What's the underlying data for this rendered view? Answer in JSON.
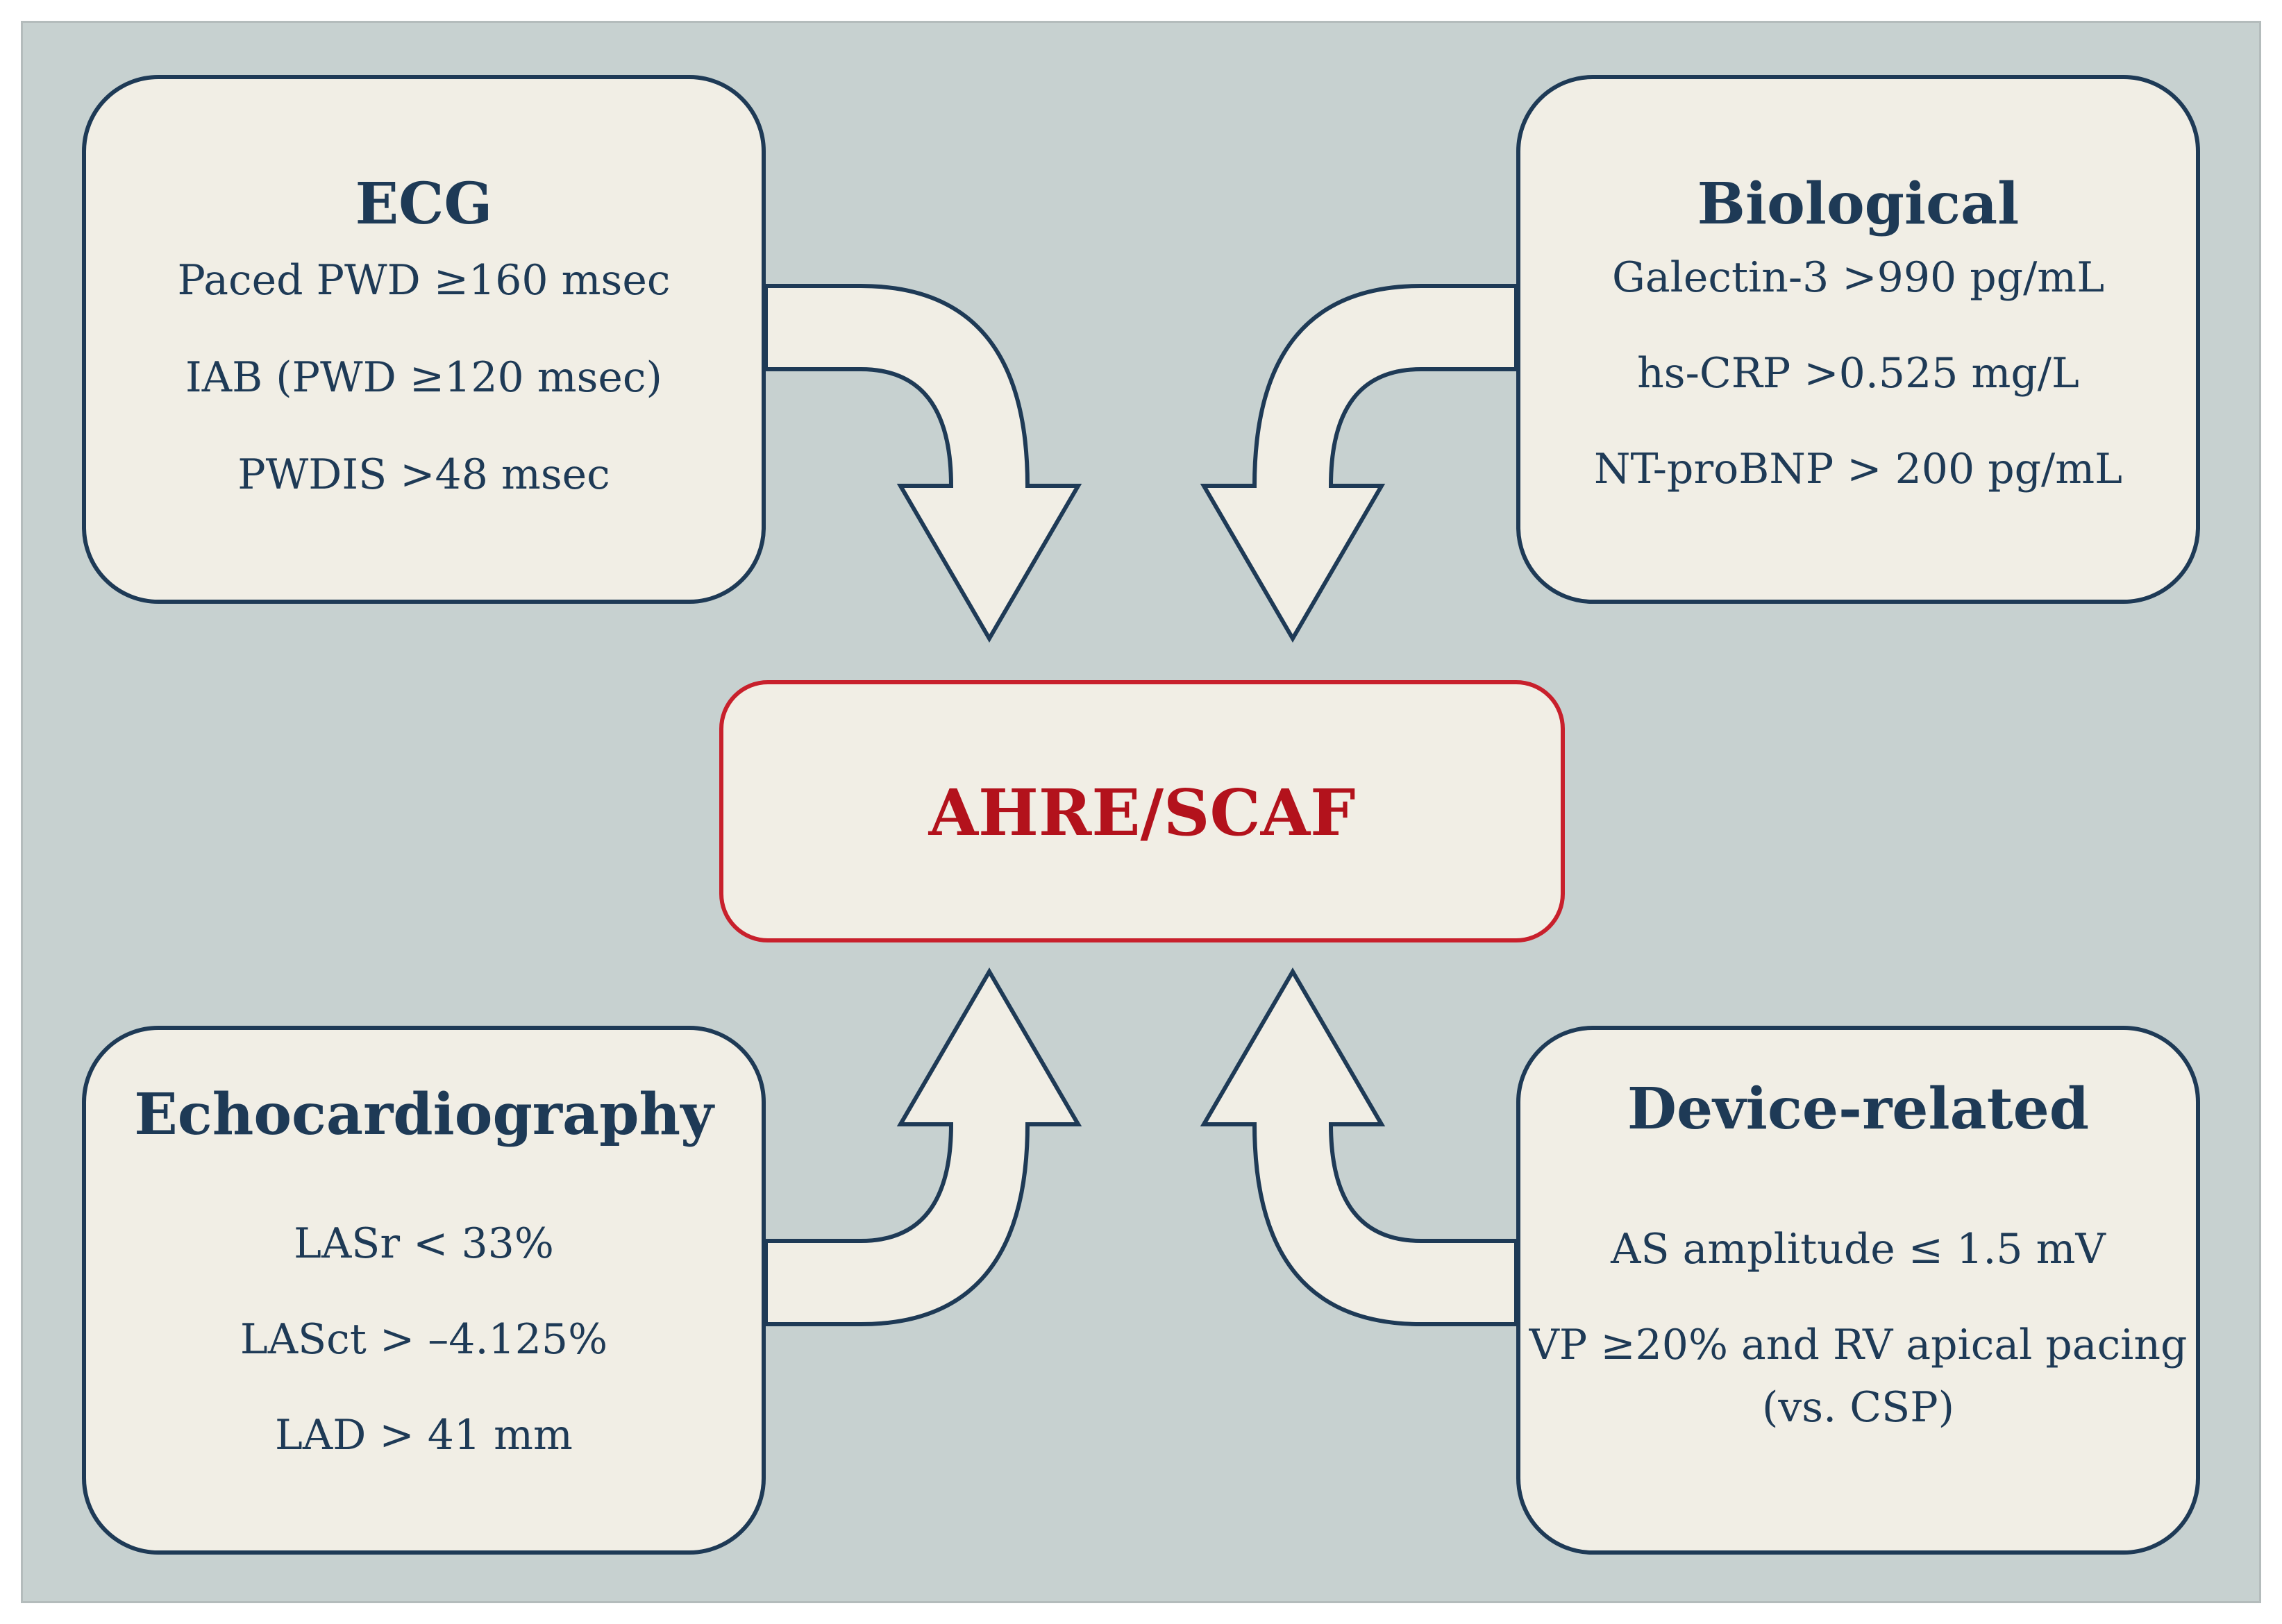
{
  "center": {
    "label": "AHRE/SCAF"
  },
  "boxes": {
    "ecg": {
      "title": "ECG",
      "items": [
        "Paced PWD ≥160 msec",
        "IAB (PWD ≥120 msec)",
        "PWDIS >48 msec"
      ]
    },
    "biological": {
      "title": "Biological",
      "items": [
        "Galectin-3 >990 pg/mL",
        "hs-CRP >0.525 mg/L",
        "NT-proBNP > 200 pg/mL"
      ]
    },
    "echo": {
      "title": "Echocardiography",
      "items": [
        "LASr < 33%",
        "LASct > –4.125%",
        "LAD > 41 mm"
      ]
    },
    "device": {
      "title": "Device-related",
      "items": [
        "AS amplitude ≤ 1.5 mV",
        "VP ≥20% and RV apical pacing",
        "(vs. CSP)"
      ]
    }
  },
  "colors": {
    "background": "#c7d1d0",
    "box_fill": "#f1eee5",
    "outline": "#1e3a56",
    "center_outline": "#c8202c",
    "center_text": "#b3121c"
  }
}
